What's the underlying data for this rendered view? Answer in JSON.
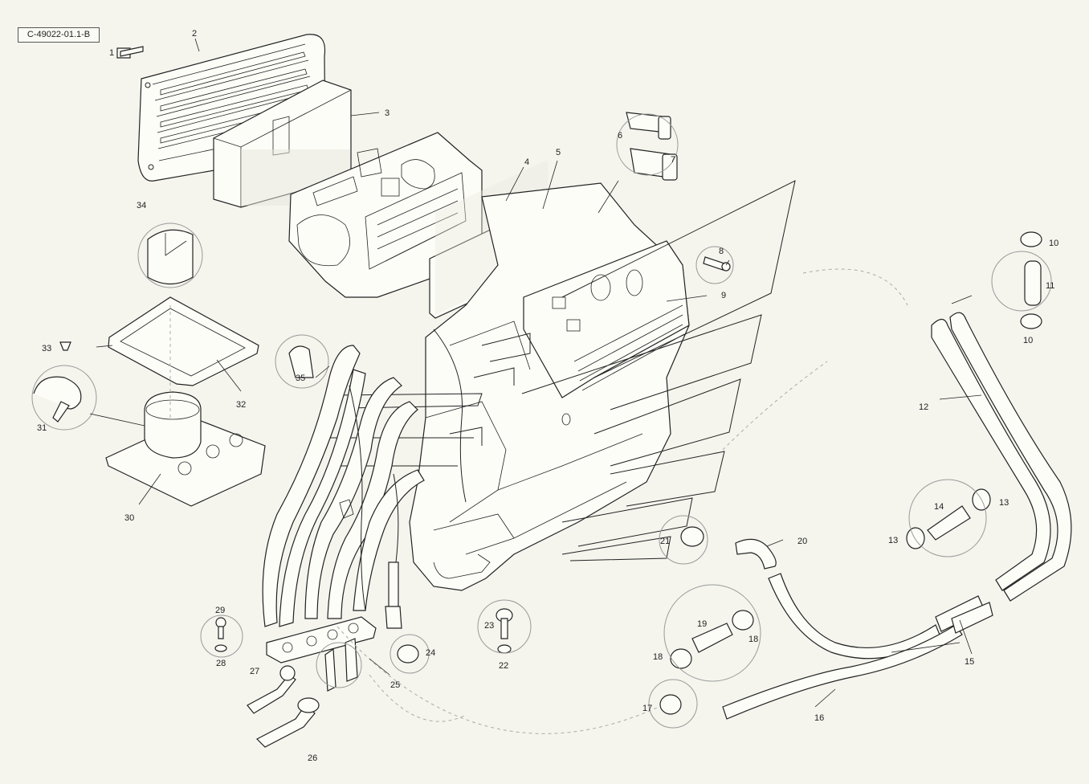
{
  "diagram": {
    "reference": "C-49022-01.1-B",
    "callouts": [
      "1",
      "2",
      "3",
      "4",
      "5",
      "6",
      "7",
      "8",
      "9",
      "10",
      "10",
      "11",
      "12",
      "13",
      "13",
      "14",
      "15",
      "16",
      "17",
      "18",
      "18",
      "19",
      "20",
      "21",
      "22",
      "23",
      "24",
      "25",
      "26",
      "27",
      "28",
      "29",
      "30",
      "31",
      "32",
      "33",
      "34",
      "35"
    ]
  }
}
